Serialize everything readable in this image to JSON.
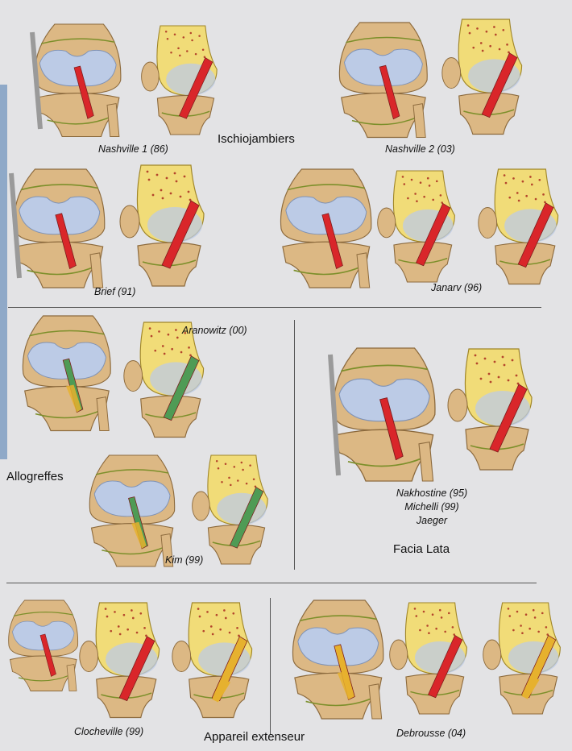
{
  "sections": {
    "ischio": "Ischiojambiers",
    "allo": "Allogreffes",
    "facia": "Facia Lata",
    "extenseur": "Appareil extenseur"
  },
  "techniques": {
    "nashville1": "Nashville 1 (86)",
    "nashville2": "Nashville 2 (03)",
    "brief": "Brief (91)",
    "janarv": "Janarv (96)",
    "aranowitz": "Aranowitz (00)",
    "kim": "Kim (99)",
    "nakhostine": "Nakhostine (95)",
    "michelli": "Michelli (99)",
    "jaeger": "Jaeger",
    "clocheville": "Clocheville (99)",
    "debrousse": "Debrousse (04)"
  },
  "colors": {
    "background": "#e3e3e5",
    "bone": "#dcb884",
    "cartilage": "#bccbe6",
    "marrow": "#f1dc78",
    "graft_red": "#d9262a",
    "graft_yellow": "#e6b12e",
    "graft_green": "#4f9b55",
    "outline_green": "#7c8f2a",
    "accent_bar": "#8fa9c8"
  }
}
